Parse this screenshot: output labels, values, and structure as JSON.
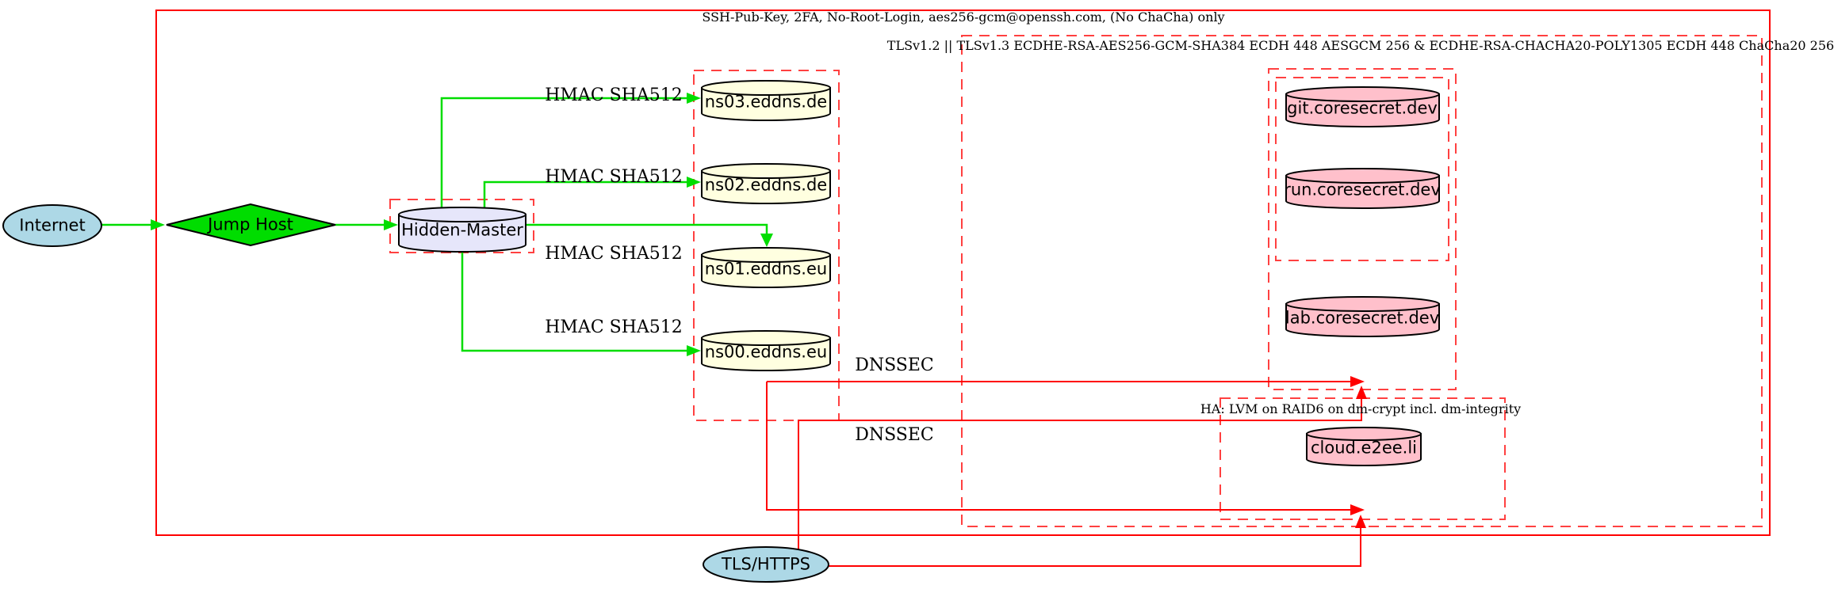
{
  "colors": {
    "node_blue": "#add8e6",
    "node_yellow": "#ffffe0",
    "node_lavender": "#e6e6fa",
    "node_pink": "#ffc0cb",
    "green": "#00dd00",
    "red": "#ff0000",
    "red_dashed": "#ff4040"
  },
  "clusters": {
    "ssh": {
      "label": "SSH-Pub-Key, 2FA, No-Root-Login, aes256-gcm@openssh.com, (No ChaCha) only"
    },
    "tls": {
      "label": "TLSv1.2 || TLSv1.3 ECDHE-RSA-AES256-GCM-SHA384 ECDH 448 AESGCM 256 & ECDHE-RSA-CHACHA20-POLY1305 ECDH 448 ChaCha20 256"
    },
    "ha": {
      "label": "HA: LVM on RAID6 on dm-crypt incl. dm-integrity"
    }
  },
  "nodes": {
    "internet": {
      "label": "Internet",
      "shape": "ellipse",
      "fill": "#add8e6"
    },
    "jump_host": {
      "label": "Jump Host",
      "shape": "diamond",
      "fill": "#00dd00"
    },
    "hidden_master": {
      "label": "Hidden-Master",
      "shape": "cylinder",
      "fill": "#e6e6fa"
    },
    "ns03": {
      "label": "ns03.eddns.de",
      "shape": "cylinder",
      "fill": "#ffffe0"
    },
    "ns02": {
      "label": "ns02.eddns.de",
      "shape": "cylinder",
      "fill": "#ffffe0"
    },
    "ns01": {
      "label": "ns01.eddns.eu",
      "shape": "cylinder",
      "fill": "#ffffe0"
    },
    "ns00": {
      "label": "ns00.eddns.eu",
      "shape": "cylinder",
      "fill": "#ffffe0"
    },
    "git": {
      "label": "git.coresecret.dev",
      "shape": "cylinder",
      "fill": "#ffc0cb"
    },
    "run": {
      "label": "run.coresecret.dev",
      "shape": "cylinder",
      "fill": "#ffc0cb"
    },
    "lab": {
      "label": "lab.coresecret.dev",
      "shape": "cylinder",
      "fill": "#ffc0cb"
    },
    "cloud": {
      "label": "cloud.e2ee.li",
      "shape": "cylinder",
      "fill": "#ffc0cb"
    },
    "tls_https": {
      "label": "TLS/HTTPS",
      "shape": "ellipse",
      "fill": "#add8e6"
    }
  },
  "edge_labels": {
    "hmac_ns03": "HMAC SHA512",
    "hmac_ns02": "HMAC SHA512",
    "hmac_ns01": "HMAC SHA512",
    "hmac_ns00": "HMAC SHA512",
    "dnssec_a": "DNSSEC",
    "dnssec_b": "DNSSEC"
  }
}
